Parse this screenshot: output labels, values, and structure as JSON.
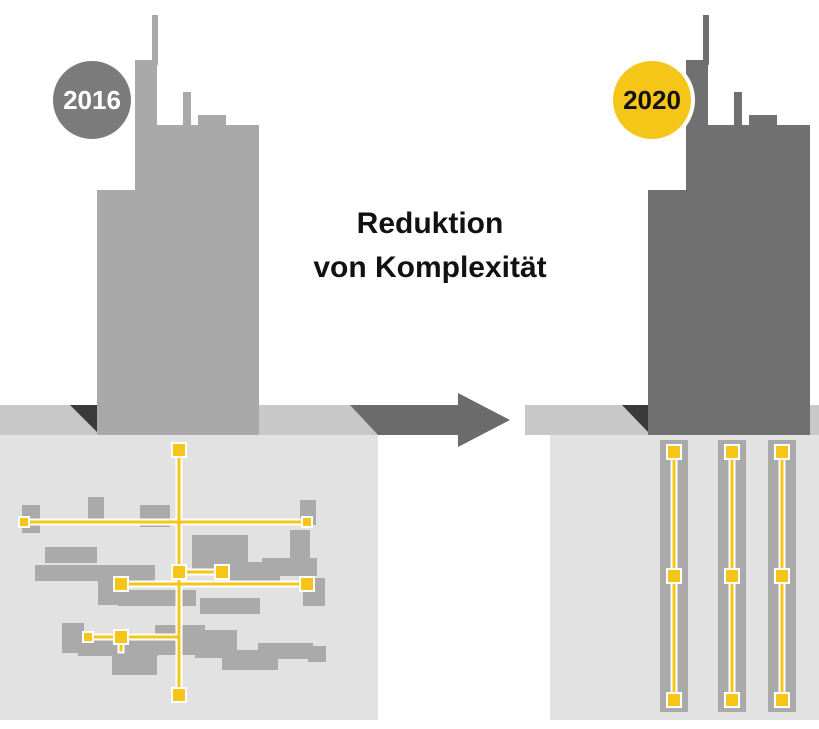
{
  "labels": {
    "year_before": "2016",
    "year_after": "2020",
    "title_line1": "Reduktion",
    "title_line2": "von Komplexität"
  },
  "colors": {
    "badge_before": "#7b7b7b",
    "badge_after": "#f5c518",
    "tower_before": "#a9a9a9",
    "tower_after": "#707070",
    "ground_band": "#c8c8c8",
    "ground_block": "#e2e2e2",
    "tunnel": "#aaaaaa",
    "node": "#f5c518",
    "line": "#f5c518",
    "arrow": "#6b6b6b"
  }
}
